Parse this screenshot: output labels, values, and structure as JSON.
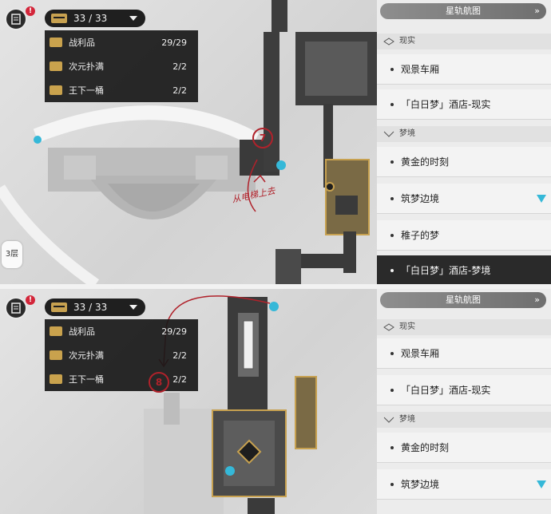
{
  "panels": [
    {
      "counter": "33 / 33",
      "notification_badge": "!",
      "loot": [
        {
          "label": "战利品",
          "count": "29/29"
        },
        {
          "label": "次元扑满",
          "count": "2/2"
        },
        {
          "label": "王下一桶",
          "count": "2/2"
        }
      ],
      "floor": "3层",
      "annotation_number": "7",
      "annotation_text": "从电梯上去",
      "sidebar": {
        "title": "星轨航图",
        "sections": [
          {
            "header": "现实",
            "items": [
              "观景车厢",
              "「白日梦」酒店-现实"
            ]
          },
          {
            "header": "梦境",
            "items": [
              "黄金的时刻",
              "筑梦边境",
              "稚子的梦",
              "「白日梦」酒店-梦境"
            ]
          }
        ],
        "active_item": "「白日梦」酒店-梦境",
        "marked_item": "筑梦边境"
      }
    },
    {
      "counter": "33 / 33",
      "notification_badge": "!",
      "loot": [
        {
          "label": "战利品",
          "count": "29/29"
        },
        {
          "label": "次元扑满",
          "count": "2/2"
        },
        {
          "label": "王下一桶",
          "count": "2/2"
        }
      ],
      "annotation_number": "8",
      "sidebar": {
        "title": "星轨航图",
        "sections": [
          {
            "header": "现实",
            "items": [
              "观景车厢",
              "「白日梦」酒店-现实"
            ]
          },
          {
            "header": "梦境",
            "items": [
              "黄金的时刻",
              "筑梦边境"
            ]
          }
        ],
        "marked_item": "筑梦边境"
      }
    }
  ],
  "colors": {
    "annotation": "#b0222b",
    "highlight_room": "#c7a150",
    "marker": "#35b8d8"
  }
}
